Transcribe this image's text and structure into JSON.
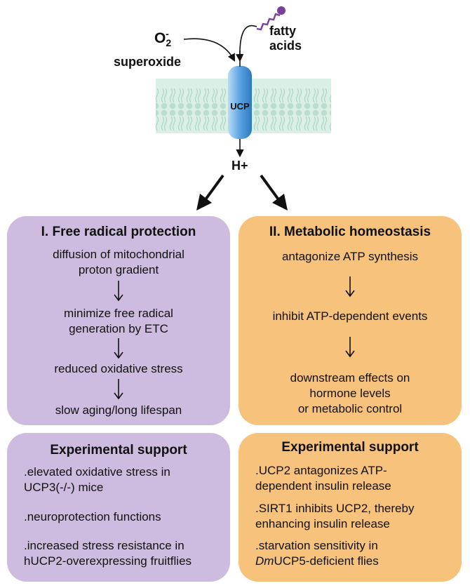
{
  "top": {
    "o2_label": "O",
    "o2_sub": "2",
    "o2_sup": "-",
    "superoxide_label": "superoxide",
    "fatty_label_1": "fatty",
    "fatty_label_2": "acids",
    "ucp_label": "UCP",
    "h_label": "H+"
  },
  "left_box": {
    "title": "I.  Free radical protection",
    "steps": [
      "diffusion of mitochondrial",
      "proton gradient",
      "minimize free radical",
      "generation by ETC",
      "reduced oxidative stress",
      "slow aging/long lifespan"
    ]
  },
  "right_box": {
    "title": "II.  Metabolic homeostasis",
    "steps": [
      "antagonize ATP synthesis",
      "inhibit ATP-dependent events",
      "downstream effects on",
      "hormone levels",
      "or metabolic control"
    ]
  },
  "left_support": {
    "title": "Experimental support",
    "items": [
      ".elevated oxidative stress in",
      "UCP3(-/-) mice",
      ".neuroprotection functions",
      ".increased stress resistance in",
      "hUCP2-overexpressing fruitflies"
    ]
  },
  "right_support": {
    "title": "Experimental support",
    "items": [
      ".UCP2 antagonizes ATP-",
      "dependent insulin release",
      ".SIRT1 inhibits UCP2, thereby",
      "enhancing insulin release",
      ".starvation sensitivity in",
      "Dm",
      "UCP5-deficient flies"
    ]
  },
  "colors": {
    "purple_box": "#cdbcdf",
    "orange_box": "#f6c27c",
    "membrane": "#c4e3d6",
    "ucp_channel": "#5aa3e0",
    "fatty_acid": "#7a3f9a"
  }
}
